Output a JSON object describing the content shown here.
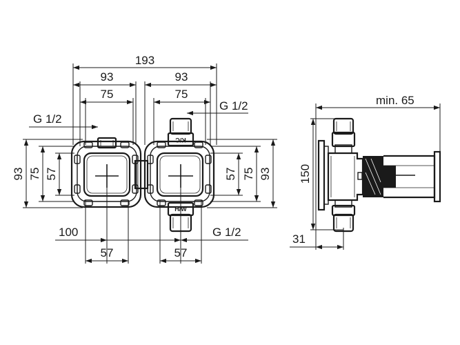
{
  "front_view": {
    "dim_total_width": "193",
    "dim_half_left": "93",
    "dim_half_right": "93",
    "dim_inner_left": "75",
    "dim_inner_right": "75",
    "thread_top": "G 1/2",
    "thread_top_left": "G 1/2",
    "thread_bottom": "G 1/2",
    "dim_center_distance": "100",
    "dim_bottom_left": "57",
    "dim_bottom_right": "57",
    "dim_height_outer_left": "93",
    "dim_height_mid_left": "75",
    "dim_height_inner_left": "57",
    "dim_height_inner_right": "57",
    "dim_height_mid_right": "75",
    "dim_height_outer_right": "93",
    "marking_top": "K/C",
    "marking_bottom": "H/W"
  },
  "side_view": {
    "dim_depth": "min. 65",
    "dim_height": "150",
    "dim_offset": "31"
  }
}
